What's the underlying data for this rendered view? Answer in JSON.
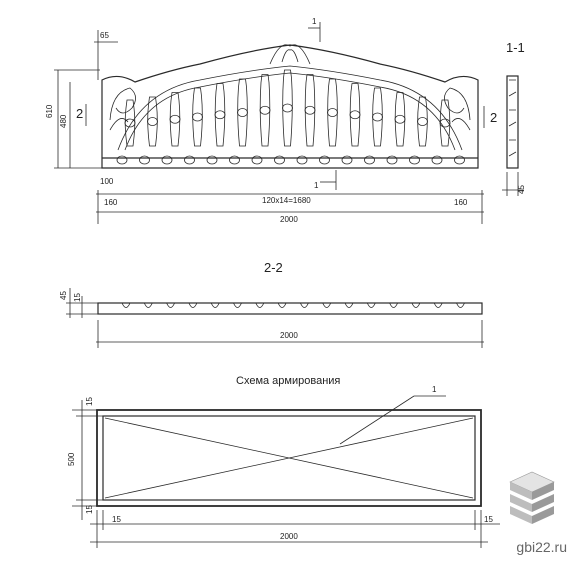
{
  "section_labels": {
    "section_1": "1-1",
    "section_2": "2-2",
    "cut_marker_1": "1",
    "cut_marker_2": "2"
  },
  "elevation": {
    "dim_top_65": "65",
    "dim_height_610": "610",
    "dim_height_480": "480",
    "dim_100": "100",
    "dim_160_left": "160",
    "dim_spacing": "120x14=1680",
    "dim_160_right": "160",
    "dim_length": "2000",
    "dim_side_45": "45"
  },
  "plan_section": {
    "dim_45": "45",
    "dim_15": "15",
    "dim_length": "2000"
  },
  "reinforcement": {
    "title": "Схема армирования",
    "callout": "1",
    "dim_15_top": "15",
    "dim_500": "500",
    "dim_15_bottom": "15",
    "dim_15_left": "15",
    "dim_15_right": "15",
    "dim_length": "2000"
  },
  "watermark": {
    "text": "gbi22.ru",
    "logo_icon": "stacked-slabs-icon"
  }
}
